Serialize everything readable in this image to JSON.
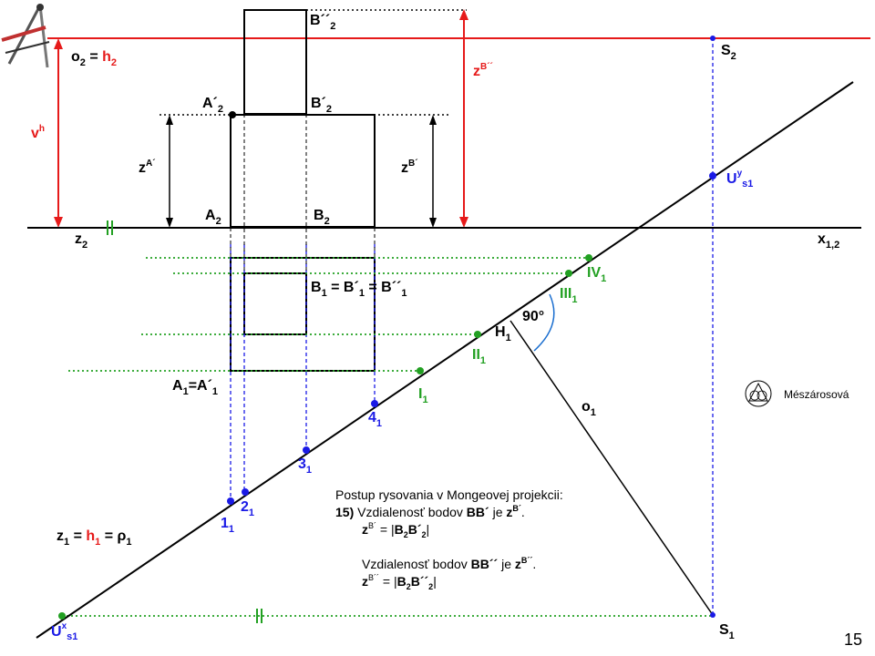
{
  "labels": {
    "B2dd": "B´´",
    "B2dd_sub": "2",
    "S2": "S",
    "S2_sub": "2",
    "o2": "o",
    "o2_sub": "2",
    "o2_eq": " = ",
    "h2": "h",
    "h2_sub": "2",
    "zBdd": "z",
    "zBdd_sup": "B´´",
    "A2d": "A´",
    "A2d_sub": "2",
    "B2d": "B´",
    "B2d_sub": "2",
    "vh": "v",
    "vh_sup": "h",
    "zAd": "z",
    "zAd_sup": "A´",
    "zBd": "z",
    "zBd_sup": "B´",
    "Uys1": "U",
    "Uys1_sup": "y",
    "Uys1_sub": "s1",
    "A2": "A",
    "A2_sub": "2",
    "B2": "B",
    "B2_sub": "2",
    "z2": "z",
    "z2_sub": "2",
    "x12": "x",
    "x12_sub": "1,2",
    "IV1": "IV",
    "IV1_sub": "1",
    "B1eq": "B",
    "B1eq_sub1": "1",
    "B1eq_mid1": " = B´",
    "B1eq_sub2": "1",
    "B1eq_mid2": " = B´´",
    "B1eq_sub3": "1",
    "III1": "III",
    "III1_sub": "1",
    "angle": "90°",
    "H1": "H",
    "H1_sub": "1",
    "II1": "II",
    "II1_sub": "1",
    "A1eq": "A",
    "A1eq_sub1": "1",
    "A1eq_mid": "=A´",
    "A1eq_sub2": "1",
    "I1": "I",
    "I1_sub": "1",
    "o1": "o",
    "o1_sub": "1",
    "p41": "4",
    "p41_sub": "1",
    "p31": "3",
    "p31_sub": "1",
    "p21": "2",
    "p21_sub": "1",
    "p11": "1",
    "p11_sub": "1",
    "z1": "z",
    "z1_sub": "1",
    "z1_eq": " = ",
    "h1": "h",
    "h1_sub": "1",
    "h1_eq": " = ",
    "rho1": "ρ",
    "rho1_sub": "1",
    "Uxs1": "U",
    "Uxs1_sup": "x",
    "Uxs1_sub": "s1",
    "S1": "S",
    "S1_sub": "1",
    "author": "Mészárosová",
    "page": "15"
  },
  "notes": {
    "title": "Postup rysovania v Mongeovej projekcii:",
    "step_num": "15)",
    "line1": " Vzdialenosť bodov ",
    "line1_b": "BB´",
    "line1_c": " je ",
    "line1_z": "z",
    "line1_sup": "B´",
    "line1_end": ".",
    "eq1_z": "z",
    "eq1_sup": "B´",
    "eq1_rest": " = |",
    "eq1_B2": "B",
    "eq1_B2s": "2",
    "eq1_B2d": "B´",
    "eq1_B2ds": "2",
    "eq1_end": "|",
    "line2": "Vzdialenosť bodov ",
    "line2_b": "BB´´",
    "line2_c": " je ",
    "line2_z": "z",
    "line2_sup": "B´´",
    "line2_end": ".",
    "eq2_z": "z",
    "eq2_sup": "B´´",
    "eq2_rest": " = |",
    "eq2_B2": "B",
    "eq2_B2s": "2",
    "eq2_B2dd": "B´´",
    "eq2_B2dds": "2",
    "eq2_end": "|"
  },
  "colors": {
    "red": "#e61a1a",
    "blue": "#1a1ae6",
    "green": "#22a022",
    "black": "#000000"
  },
  "icons": {
    "top_left": "compass-drawing-icon",
    "author_logo": "triangle-logo-icon"
  }
}
